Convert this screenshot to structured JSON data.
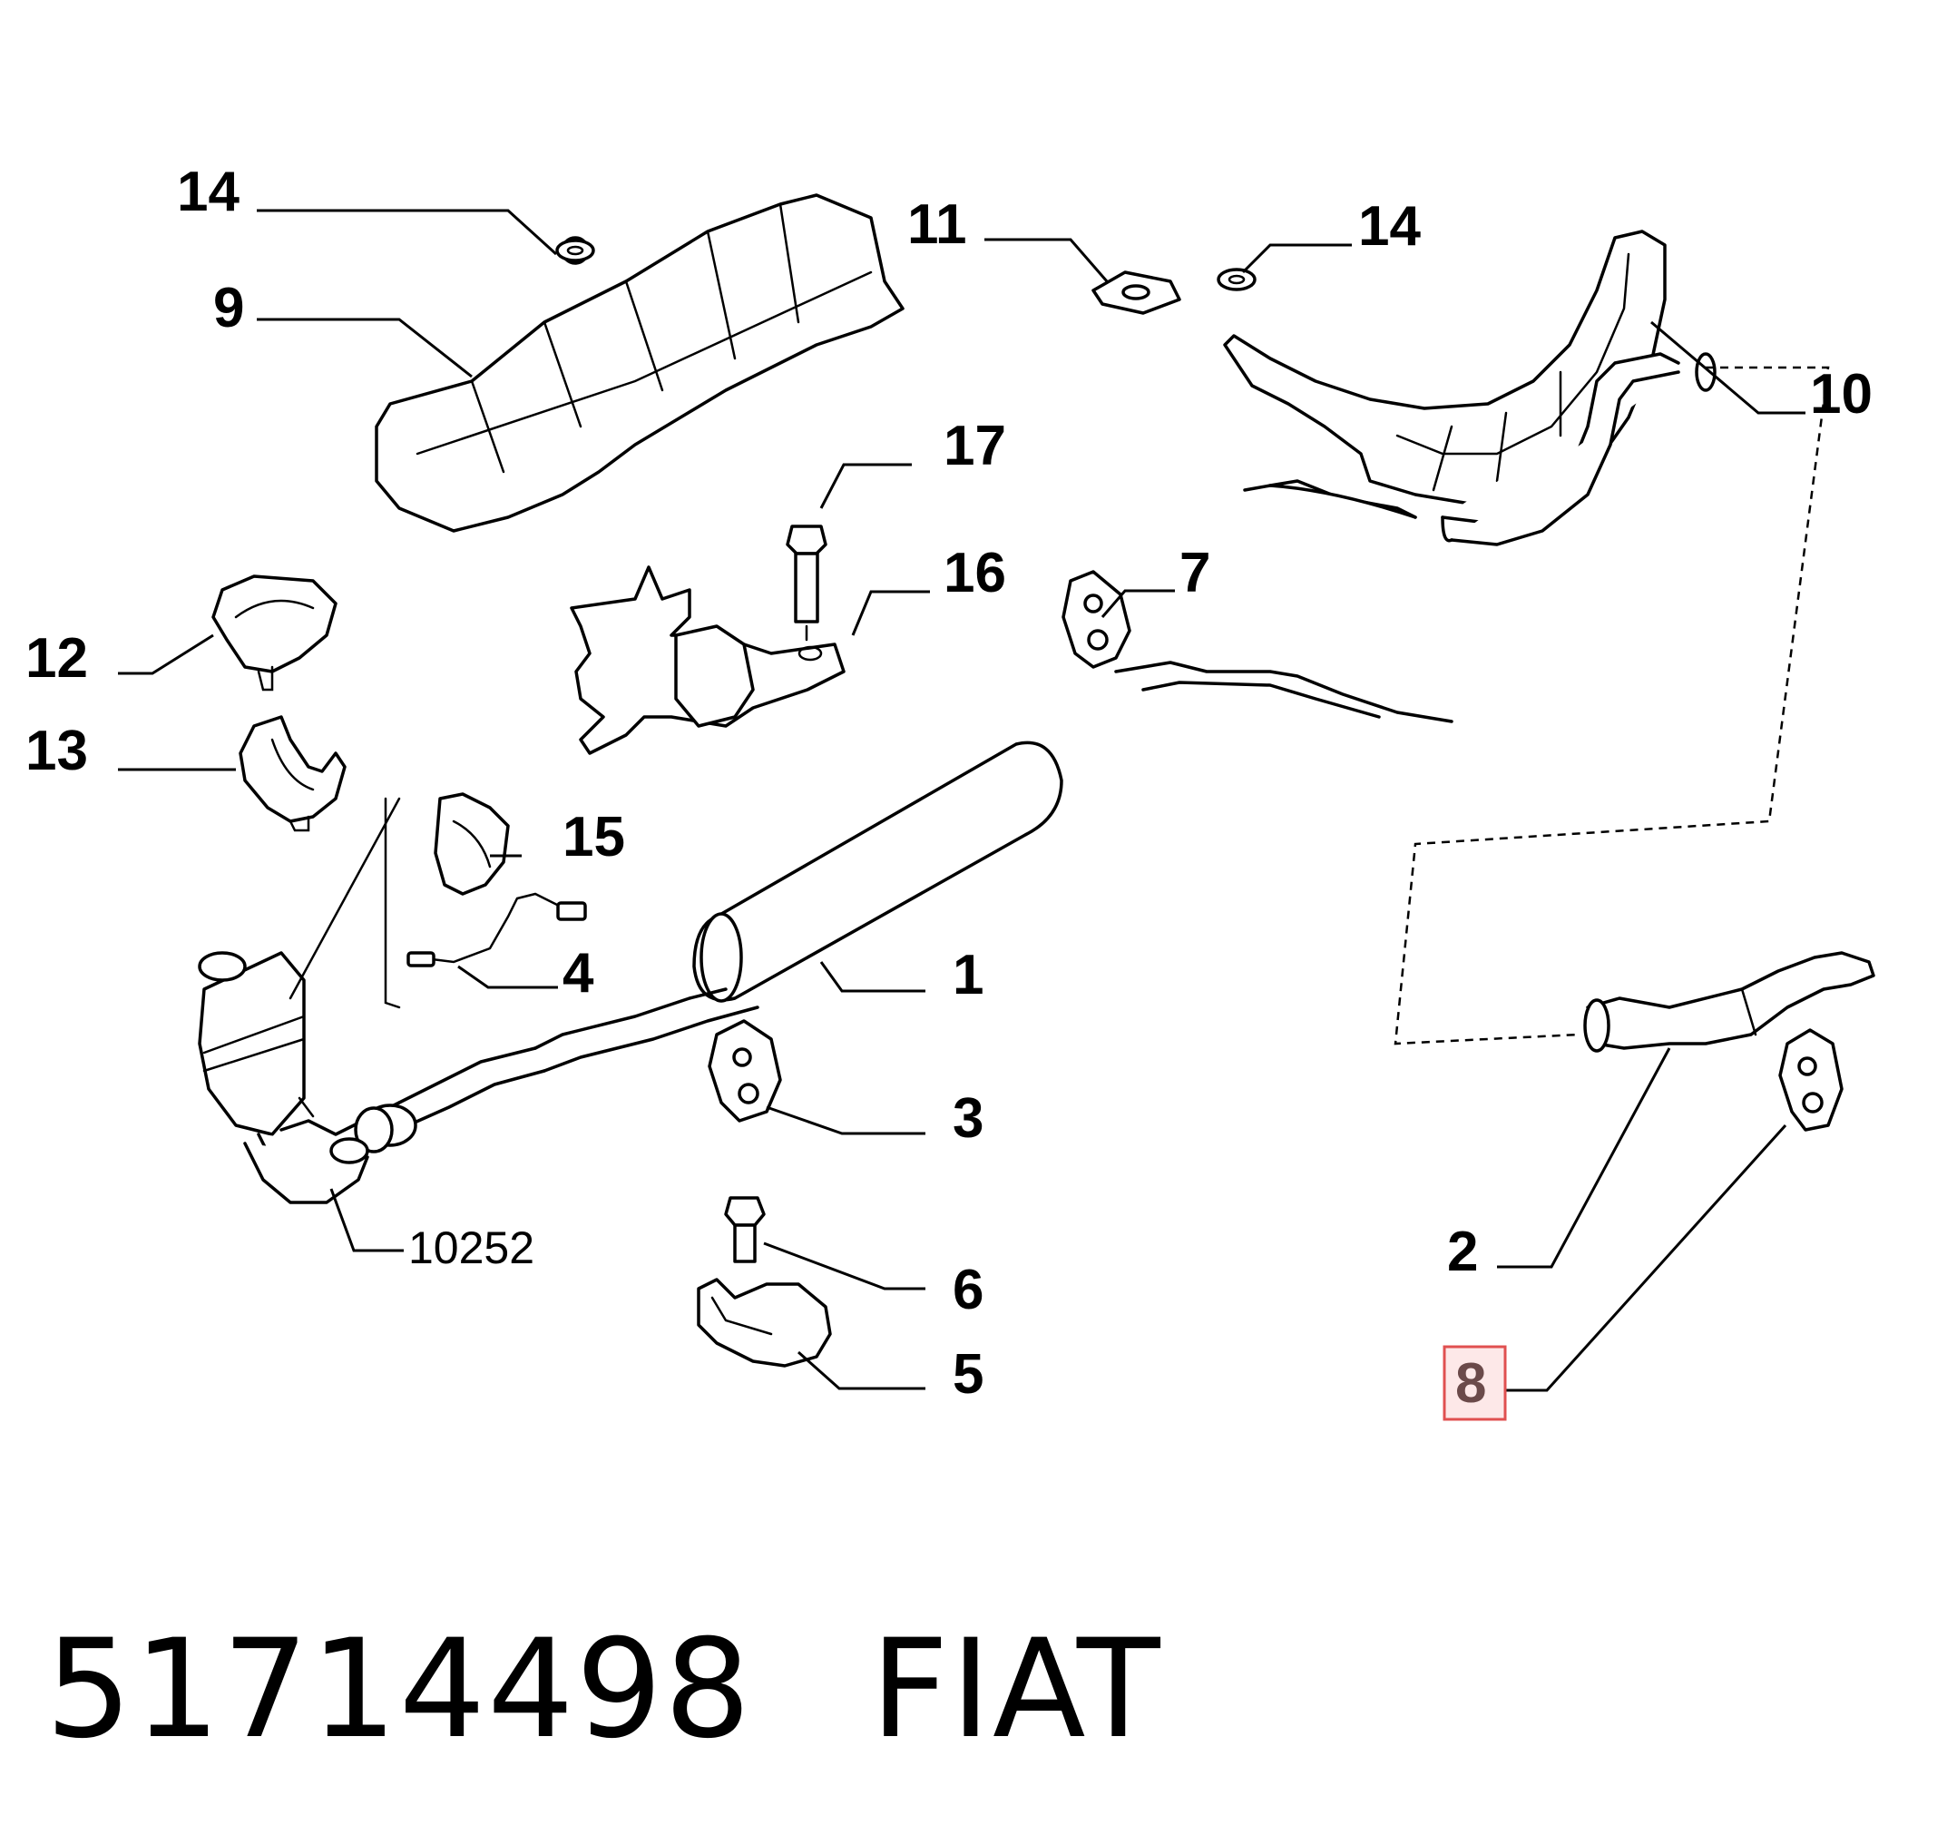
{
  "callouts": {
    "c1": "1",
    "c2": "2",
    "c3": "3",
    "c4": "4",
    "c5": "5",
    "c6": "6",
    "c7": "7",
    "c8": "8",
    "c9": "9",
    "c10": "10",
    "c11": "11",
    "c12": "12",
    "c13": "13",
    "c14a": "14",
    "c14b": "14",
    "c15": "15",
    "c16": "16",
    "c17": "17",
    "ref": "10252"
  },
  "highlighted_callout": "8",
  "colors": {
    "highlight_fill": "#fde8e8",
    "highlight_stroke": "#e05050",
    "line": "#000000"
  },
  "footer": {
    "part_number": "51714498",
    "brand": "FIAT"
  }
}
